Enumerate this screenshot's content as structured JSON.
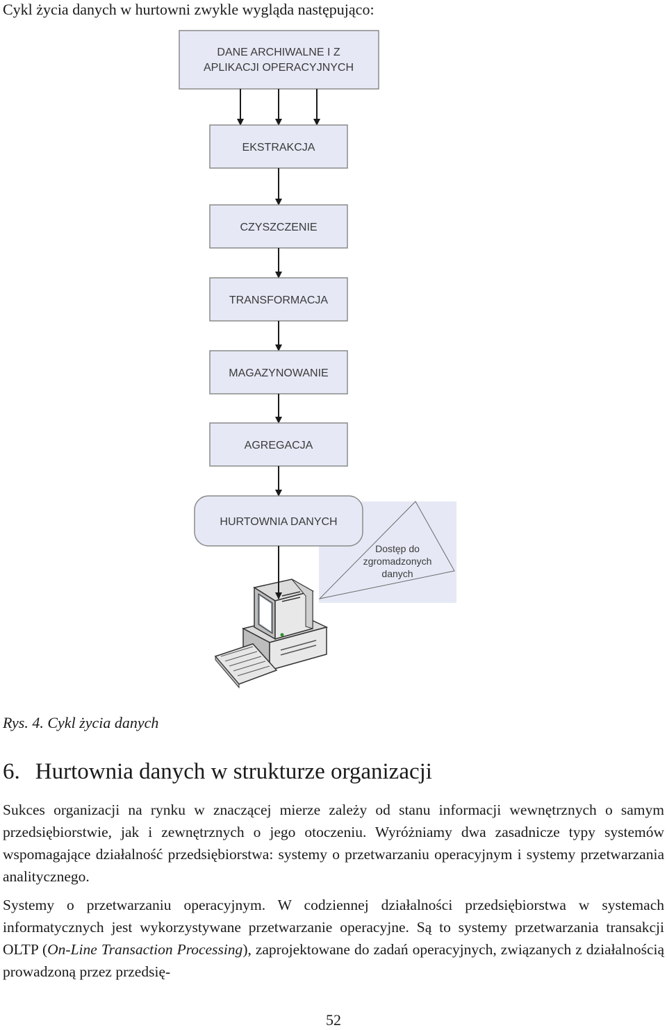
{
  "intro": "Cykl życia danych w hurtowni zwykle wygląda następująco:",
  "diagram": {
    "source_line1": "DANE ARCHIWALNE I Z",
    "source_line2": "APLIKACJI OPERACYJNYCH",
    "steps": [
      "EKSTRAKCJA",
      "CZYSZCZENIE",
      "TRANSFORMACJA",
      "MAGAZYNOWANIE",
      "AGREGACJA"
    ],
    "warehouse": "HURTOWNIA DANYCH",
    "access_note_line1": "Dostęp do",
    "access_note_line2": "zgromadzonych",
    "access_note_line3": "danych",
    "computer_icon": "desktop-computer-icon",
    "box_fill": "#e6e9f5",
    "border_color": "#8a8a8a"
  },
  "caption": "Rys. 4. Cykl życia danych",
  "heading": {
    "number": "6.",
    "title": "Hurtownia danych w strukturze organizacji"
  },
  "paragraph1": "Sukces organizacji na rynku w znaczącej mierze zależy od stanu informacji wewnętrz­nych o samym przedsiębiorstwie, jak i zewnętrznych o jego otoczeniu. Wyróżniamy dwa zasadnicze typy systemów wspomagające działalność przedsiębiorstwa: systemy o przetwarzaniu operacyjnym i systemy przetwarzania analitycznego.",
  "paragraph2": {
    "part1": "Systemy o przetwarzaniu operacyjnym. W codziennej działalności przedsiębiorstwa w systemach informatycznych jest wykorzystywane przetwarzanie operacyjne. Są to systemy przetwarzania transakcji OLTP (",
    "term": "On-Line Transaction Processing",
    "part2": "), zaprojekto­wane do zadań operacyjnych, związanych z działalnością prowadzoną przez przedsię-"
  },
  "page_number": "52"
}
